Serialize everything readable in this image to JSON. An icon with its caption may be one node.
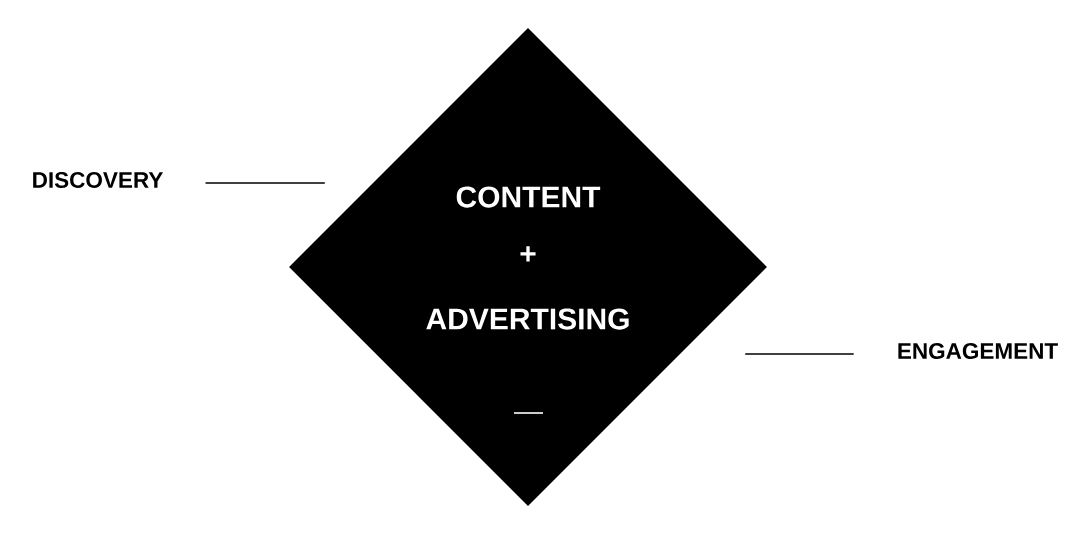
{
  "diagram": {
    "nodes": [
      {
        "text": [
          "DISCOVERY"
        ]
      },
      {
        "text": [
          "CONTENT",
          "+",
          "ADVERTISING"
        ]
      },
      {
        "text": [
          "ENGAGEMENT"
        ]
      }
    ],
    "edges": [
      {
        "from": 0,
        "to": 1,
        "arrow": "none"
      },
      {
        "from": 1,
        "to": 2,
        "arrow": "none"
      }
    ]
  }
}
